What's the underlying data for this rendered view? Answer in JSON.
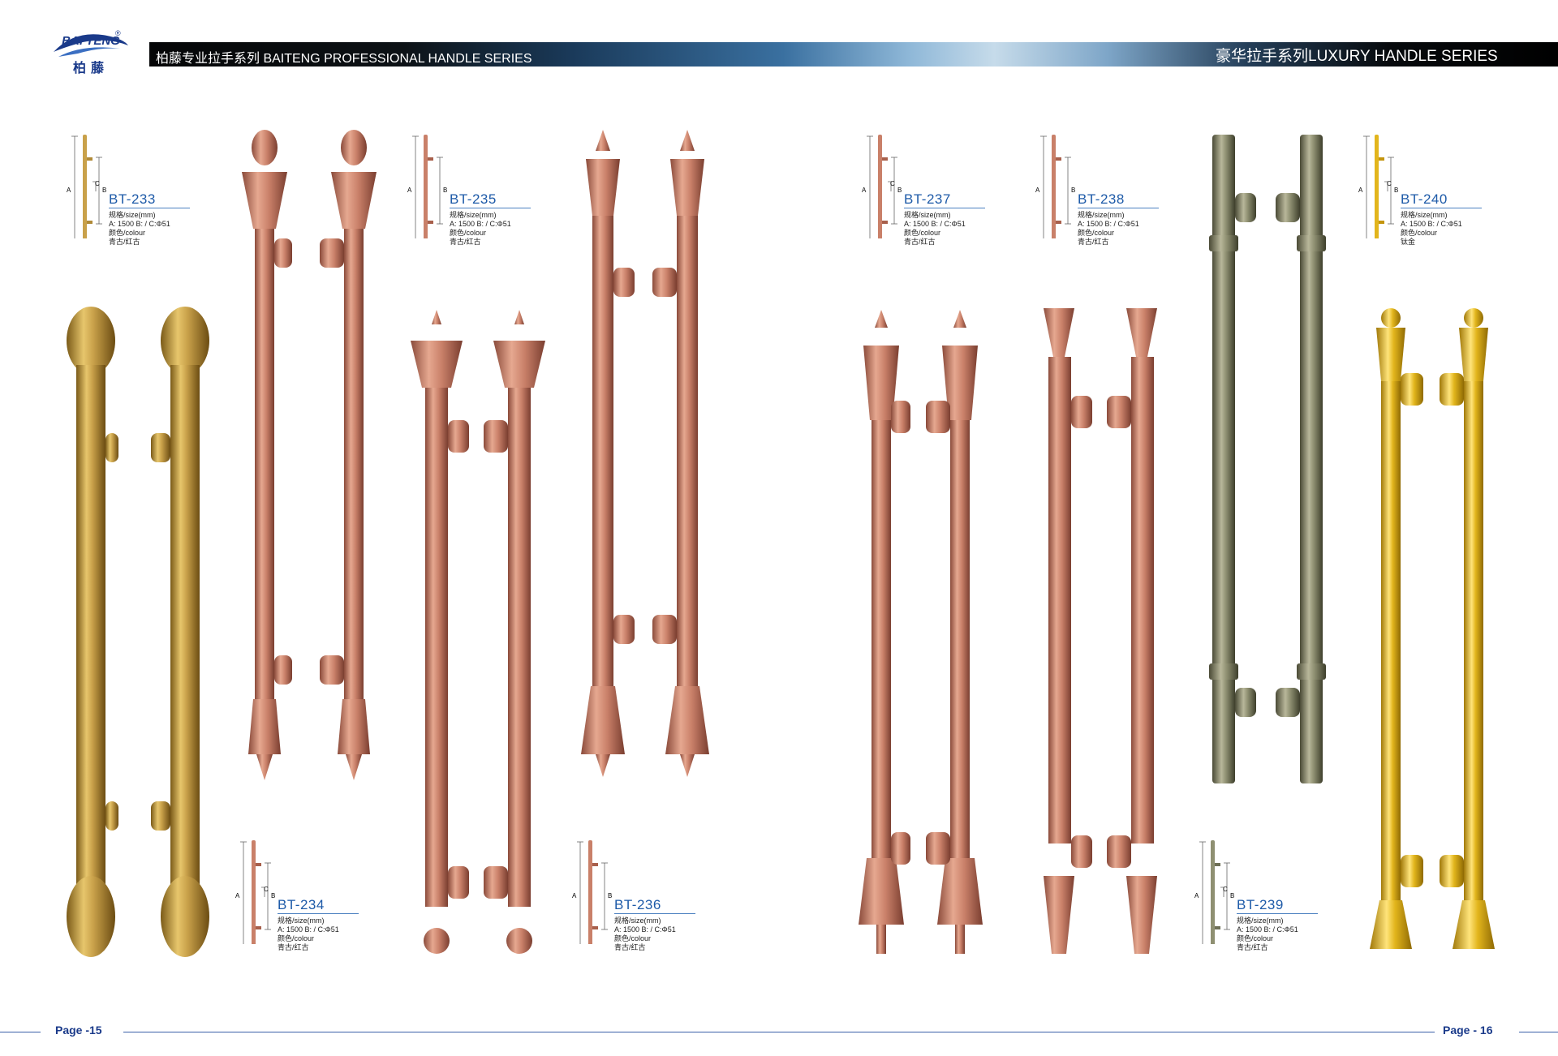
{
  "brand": {
    "logo_text": "BAI TENG",
    "logo_cn": "柏藤",
    "reg_mark": "®"
  },
  "header": {
    "left_title": "柏藤专业拉手系列 BAITENG PROFESSIONAL HANDLE SERIES",
    "right_title": "豪华拉手系列LUXURY HANDLE SERIES"
  },
  "dim_labels": {
    "a": "A",
    "b": "B",
    "c": "C"
  },
  "products": [
    {
      "model": "BT-233",
      "size_label": "规格/size(mm)",
      "size_value": "A: 1500 B: / C:Φ51",
      "colour_label": "颜色/colour",
      "colour_value": "青古/红古",
      "finish_color": "#c9a14a"
    },
    {
      "model": "BT-234",
      "size_label": "规格/size(mm)",
      "size_value": "A: 1500 B: / C:Φ51",
      "colour_label": "颜色/colour",
      "colour_value": "青古/红古",
      "finish_color": "#c98069"
    },
    {
      "model": "BT-235",
      "size_label": "规格/size(mm)",
      "size_value": "A: 1500 B: / C:Φ51",
      "colour_label": "颜色/colour",
      "colour_value": "青古/红古",
      "finish_color": "#c98069"
    },
    {
      "model": "BT-236",
      "size_label": "规格/size(mm)",
      "size_value": "A: 1500 B: / C:Φ51",
      "colour_label": "颜色/colour",
      "colour_value": "青古/红古",
      "finish_color": "#c98069"
    },
    {
      "model": "BT-237",
      "size_label": "规格/size(mm)",
      "size_value": "A: 1500 B: / C:Φ51",
      "colour_label": "颜色/colour",
      "colour_value": "青古/红古",
      "finish_color": "#c98069"
    },
    {
      "model": "BT-238",
      "size_label": "规格/size(mm)",
      "size_value": "A: 1500 B: / C:Φ51",
      "colour_label": "颜色/colour",
      "colour_value": "青古/红古",
      "finish_color": "#c98069"
    },
    {
      "model": "BT-239",
      "size_label": "规格/size(mm)",
      "size_value": "A: 1500 B: / C:Φ51",
      "colour_label": "颜色/colour",
      "colour_value": "青古/红古",
      "finish_color": "#8f9072"
    },
    {
      "model": "BT-240",
      "size_label": "规格/size(mm)",
      "size_value": "A: 1500 B: / C:Φ51",
      "colour_label": "颜色/colour",
      "colour_value": "钛金",
      "finish_color": "#e2b51c"
    }
  ],
  "footer": {
    "left_page": "Page -15",
    "right_page": "Page - 16"
  }
}
